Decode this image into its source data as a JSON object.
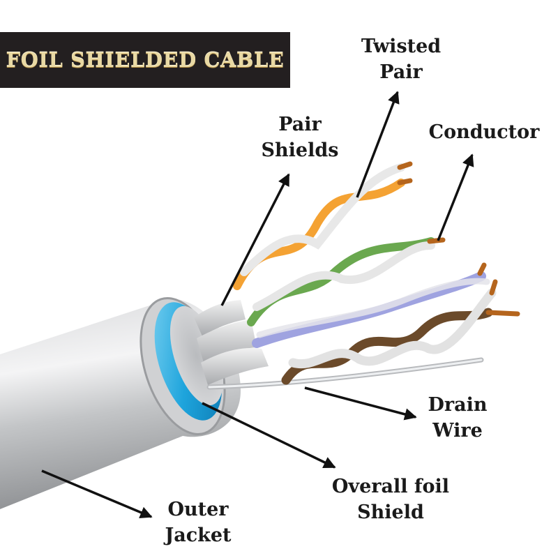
{
  "title": "FOIL SHIELDED CABLE",
  "labels": {
    "twisted_pair": [
      "Twisted",
      "Pair"
    ],
    "pair_shields": [
      "Pair",
      "Shields"
    ],
    "conductor": [
      "Conductor"
    ],
    "drain_wire": [
      "Drain",
      "Wire"
    ],
    "overall_foil_shield": [
      "Overall foil",
      "Shield"
    ],
    "outer_jacket": [
      "Outer",
      "Jacket"
    ]
  },
  "colors": {
    "title_background": "#231f20",
    "title_text": "#e9d9a4",
    "jacket": "#a9abad",
    "foil": "#2fb0e0",
    "copper": "#b5651d",
    "pair_orange": "#f4a233",
    "pair_green": "#6aa84f",
    "pair_blue": "#9fa3e0",
    "pair_brown": "#6b4a2a"
  }
}
